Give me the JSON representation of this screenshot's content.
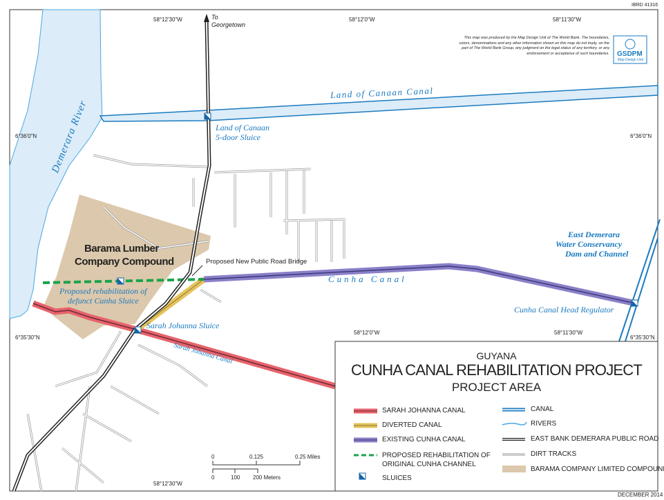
{
  "ids": {
    "ibrd": "IBRD 41316",
    "date": "DECEMBER 2014"
  },
  "coords": {
    "top": [
      "58°12'30\"W",
      "58°12'0\"W",
      "58°11'30\"W"
    ],
    "bottom": [
      "58°12'30\"W"
    ],
    "inner": [
      "58°12'0\"W",
      "58°11'30\"W"
    ],
    "left": [
      "6°36'0\"N",
      "6°35'30\"N"
    ],
    "right": [
      "6°36'0\"N",
      "6°35'30\"N"
    ]
  },
  "disclaimer": "This map was produced by the Map Design Unit of The World Bank. The boundaries, colors, denominations and any other information shown on this map do not imply, on the part of The World Bank Group, any judgment on the legal status of any territory, or any endorsement or acceptance of such boundaries.",
  "logo": {
    "name": "GSDPM",
    "sub": "Map Design Unit"
  },
  "labels": {
    "to_georgetown": "To\nGeorgetown",
    "land_canaan_canal": "Land of Canaan Canal",
    "land_canaan_sluice_1": "Land of Canaan",
    "land_canaan_sluice_2": "5-door Sluice",
    "demerara_river": "Demerara River",
    "barama_1": "Barama Lumber",
    "barama_2": "Company Compound",
    "bridge": "Proposed New Public Road Bridge",
    "cunha_canal": "Cunha Canal",
    "rehab_1": "Proposed rehabilitation of",
    "rehab_2": "defunct Cunha Sluice",
    "sarah_sluice": "Sarah Johanna Sluice",
    "sarah_canal": "Sarah Johanna Canal",
    "head_regulator": "Cunha Canal Head Regulator",
    "edwc_1": "East Demerara",
    "edwc_2": "Water Conservancy",
    "edwc_3": "Dam and Channel"
  },
  "title": {
    "country": "GUYANA",
    "main": "CUNHA CANAL REHABILITATION PROJECT",
    "sub": "PROJECT AREA"
  },
  "legend": [
    {
      "label": "SARAH JOHANNA CANAL",
      "color": "#e8636b"
    },
    {
      "label": "DIVERTED CANAL",
      "color": "#e6c35c"
    },
    {
      "label": "EXISTING CUNHA CANAL",
      "color": "#8a7fc8"
    },
    {
      "label": "PROPOSED REHABILITATION OF ORIGINAL CUNHA CHANNEL",
      "color": "#1aa34a"
    },
    {
      "label": "SLUICES",
      "color": "#1565a8"
    },
    {
      "label": "CANAL",
      "color": "#1a7ac0"
    },
    {
      "label": "RIVERS",
      "color": "#4aa8e0"
    },
    {
      "label": "EAST BANK DEMERARA PUBLIC ROAD",
      "color": "#222222"
    },
    {
      "label": "DIRT TRACKS",
      "color": "#999999"
    },
    {
      "label": "BARAMA COMPANY LIMITED COMPOUND",
      "color": "#dcc8ac"
    }
  ],
  "scale": {
    "miles": [
      "0",
      "0.125",
      "0.25 Miles"
    ],
    "meters": [
      "0",
      "100",
      "200 Meters"
    ]
  }
}
